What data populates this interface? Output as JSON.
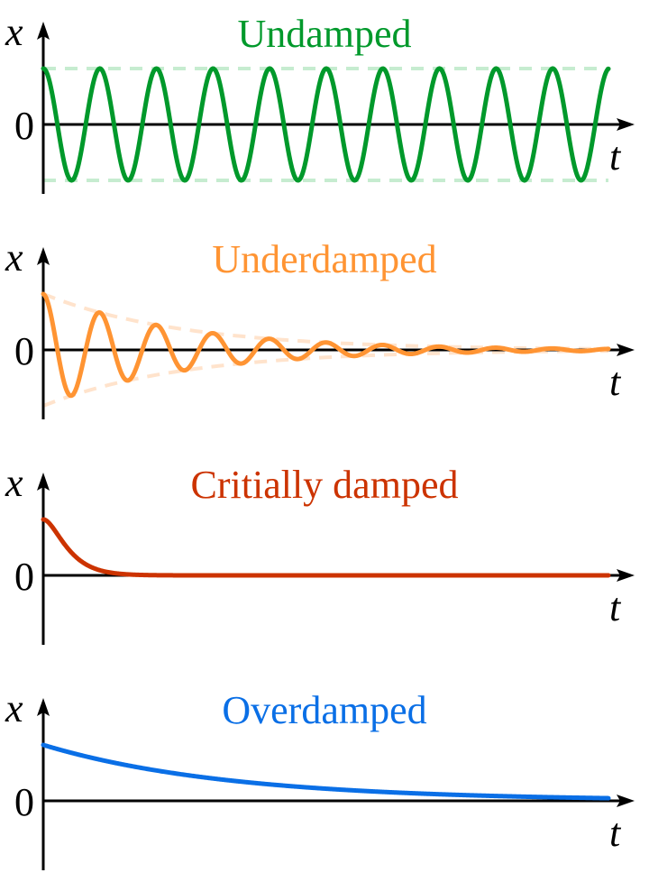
{
  "chart_data": [
    {
      "type": "line",
      "title": "Undamped",
      "xlabel": "t",
      "ylabel": "x",
      "y_zero_label": "0",
      "color": "#00992b",
      "envelope_color": "#c6ecd0",
      "model": "undamped",
      "amplitude": 1,
      "period": 1,
      "xlim": [
        0,
        10.4
      ],
      "ylim": [
        -1.2,
        1.2
      ],
      "envelope": true
    },
    {
      "type": "line",
      "title": "Underdamped",
      "xlabel": "t",
      "ylabel": "x",
      "y_zero_label": "0",
      "color": "#ff9433",
      "envelope_color": "#ffe3cc",
      "model": "underdamped",
      "amplitude": 1,
      "period": 1,
      "decay_time": 2.48,
      "xlim": [
        0,
        10.4
      ],
      "ylim": [
        -1.2,
        1.2
      ],
      "envelope": true
    },
    {
      "type": "line",
      "title": "Critially damped",
      "xlabel": "t",
      "ylabel": "x",
      "y_zero_label": "0",
      "color": "#cc3300",
      "model": "critical",
      "amplitude": 1,
      "rate": 4,
      "xlim": [
        0,
        10.4
      ],
      "ylim": [
        -1.2,
        1.2
      ],
      "envelope": false
    },
    {
      "type": "line",
      "title": "Overdamped",
      "xlabel": "t",
      "ylabel": "x",
      "y_zero_label": "0",
      "color": "#0a6fe6",
      "model": "overdamped",
      "amplitude": 1,
      "decay_time": 3.27,
      "xlim": [
        0,
        10.4
      ],
      "ylim": [
        -1.2,
        1.2
      ],
      "envelope": false
    }
  ]
}
